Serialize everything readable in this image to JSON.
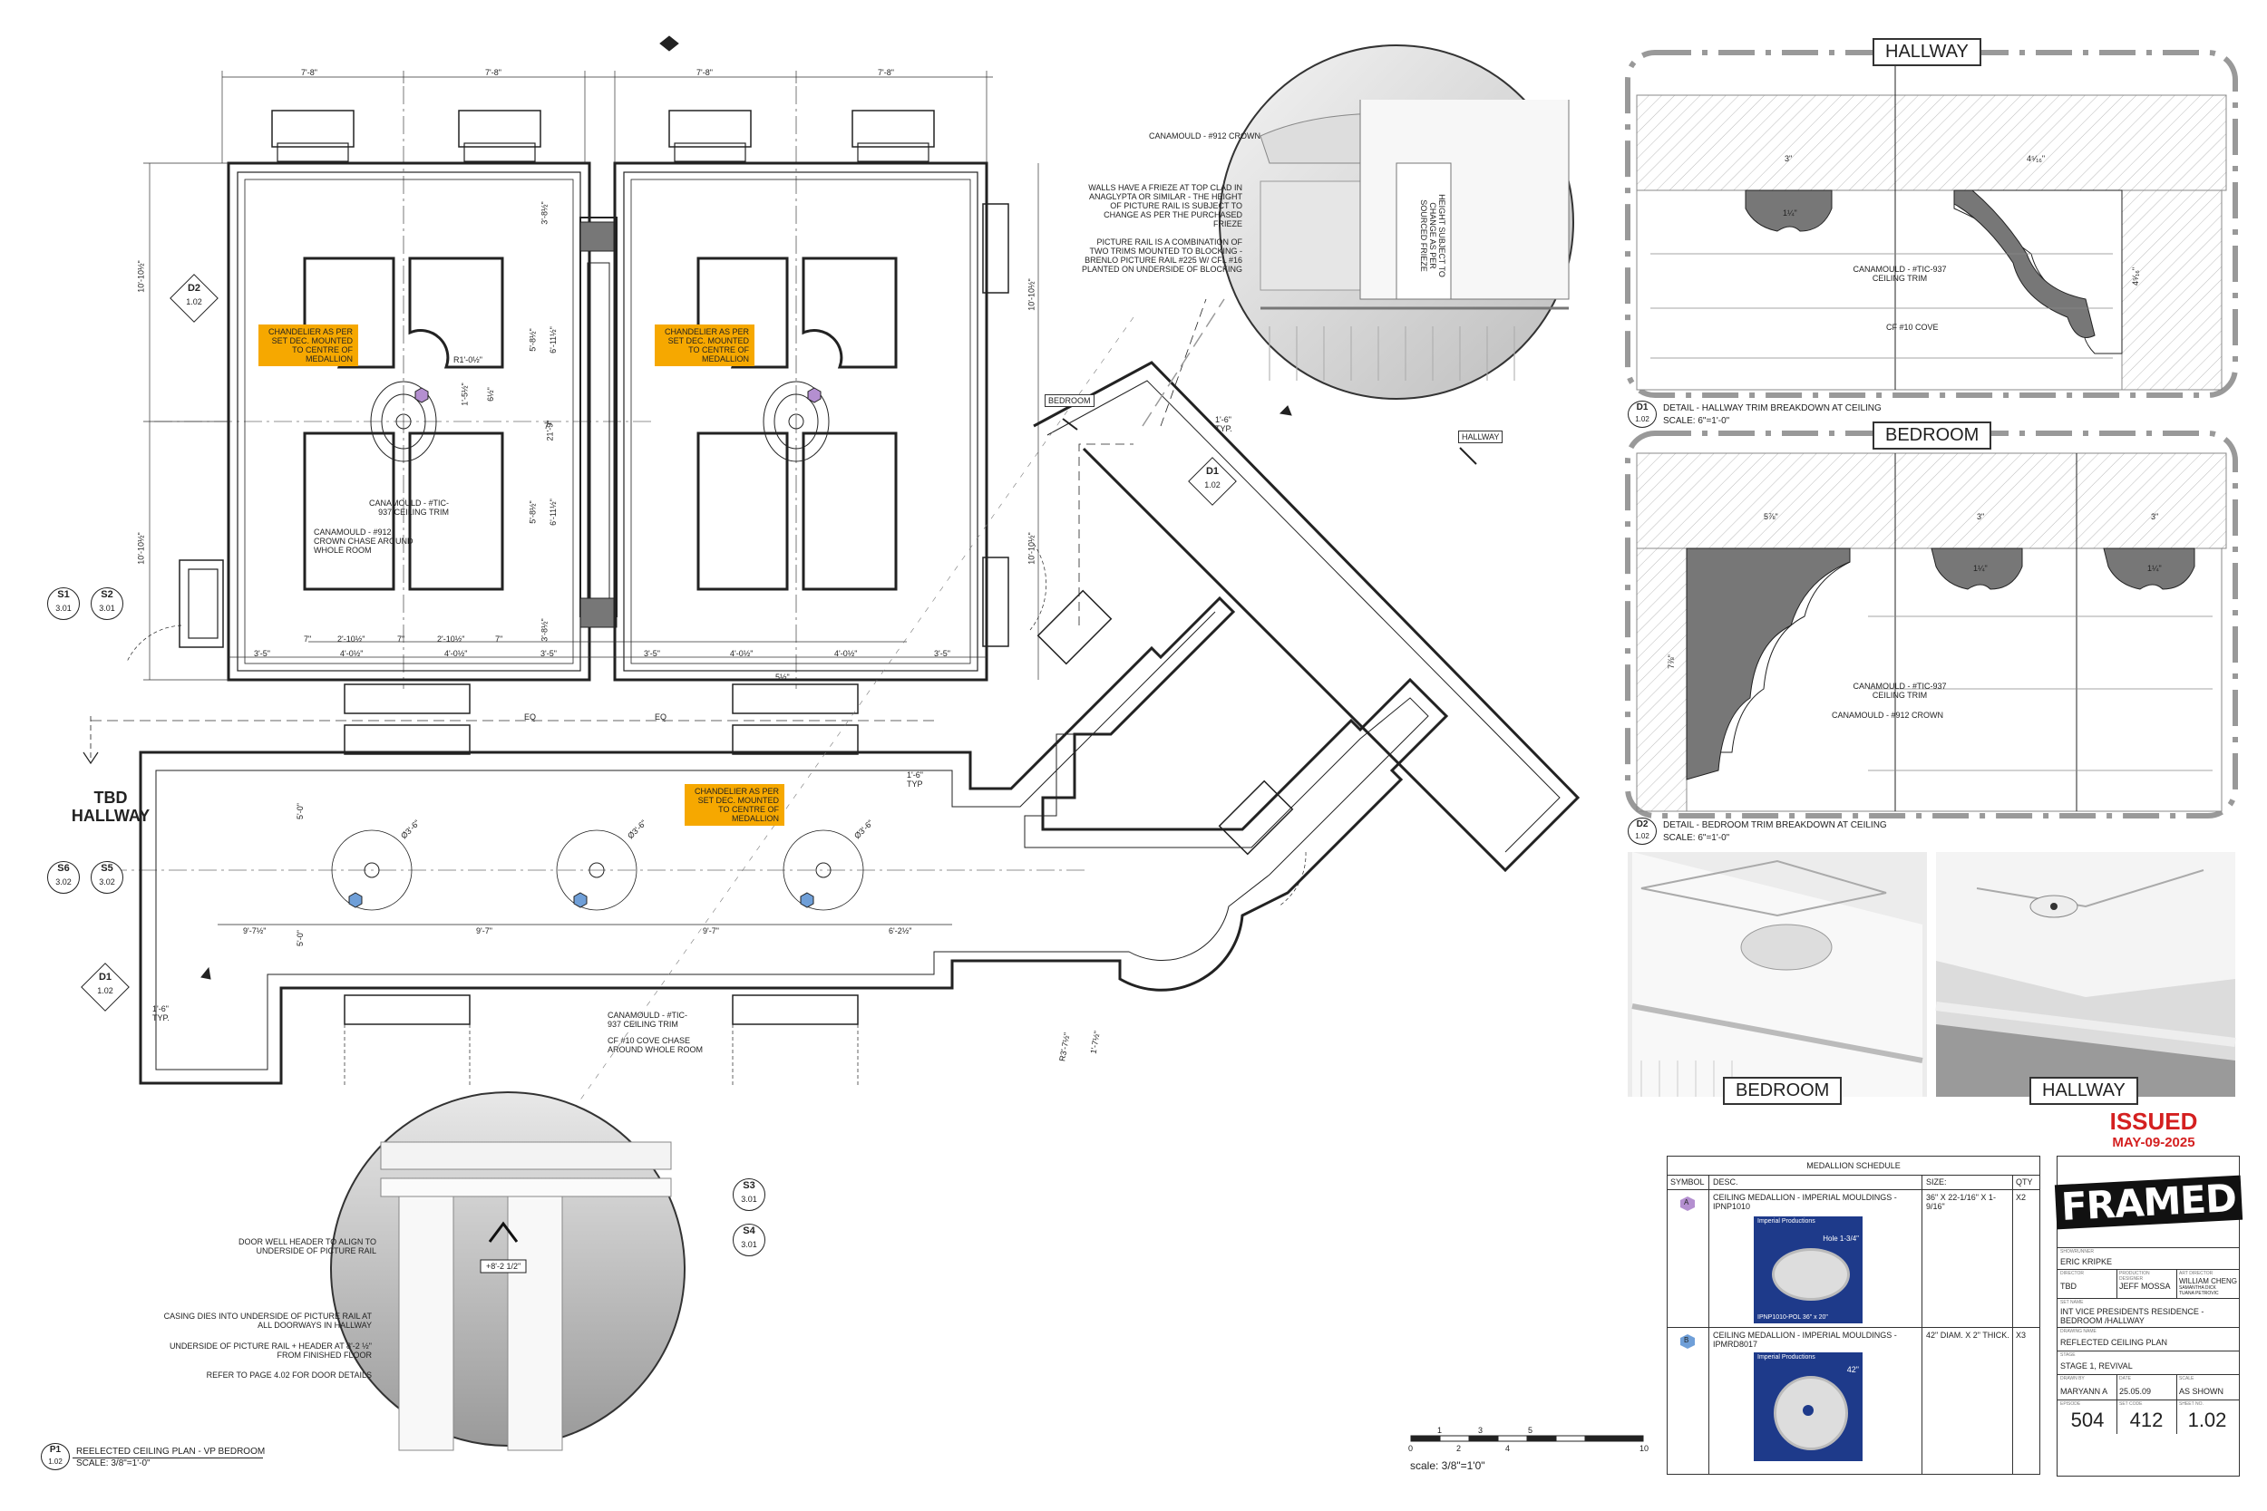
{
  "plan": {
    "title": "REELECTED CEILING PLAN - VP BEDROOM",
    "scale": "SCALE: 3/8\"=1'-0\"",
    "tag_id": "P1",
    "tag_sheet": "1.02",
    "dims_top": [
      "7'-8\"",
      "7'-8\"",
      "7'-8\"",
      "7'-8\""
    ],
    "dims_left": [
      "10'-10½\"",
      "10'-10½\""
    ],
    "dims_right": [
      "10'-10½\"",
      "10'-10½\""
    ],
    "dims_bottom_row": [
      "3'-5\"",
      "4'-0½\"",
      "4'-0½\"",
      "3'-5\"",
      "3'-5\"",
      "4'-0½\"",
      "4'-0½\"",
      "3'-5\""
    ],
    "dims_panel_row": [
      "7\"",
      "2'-10½\"",
      "7\"",
      "2'-10½\"",
      "7\""
    ],
    "dims_vertical_panels": [
      "3'-8½\"",
      "5'-8½\"",
      "6'-11½\"",
      "7\"",
      "5'-8½\"",
      "6'-11½\"",
      "3'-8½\"",
      "21'-9\""
    ],
    "eq": [
      "EQ",
      "EQ"
    ],
    "hall_dims": [
      "9'-7½\"",
      "9'-7\"",
      "9'-7\"",
      "6'-2½\""
    ],
    "hall_side_dims": [
      "5'-0\"",
      "5'-0\""
    ],
    "misc_dims": [
      "1'-6\" TYP.",
      "1'-6\" TYP.",
      "1'-6\" TYP",
      "R3'-7½\"",
      "1'-7½\"",
      "R1'-0½\"",
      "1'-5½\"",
      "6½\"",
      "5½\""
    ],
    "medallion_sizes": [
      "Ø3'-6\"",
      "Ø3'-6\"",
      "Ø3'-6\""
    ],
    "notes": {
      "chandelier1": "CHANDELIER AS PER SET DEC. MOUNTED TO CENTRE OF MEDALLION",
      "chandelier2": "CHANDELIER AS PER SET DEC. MOUNTED TO CENTRE OF MEDALLION",
      "chandelier3": "CHANDELIER AS PER SET DEC. MOUNTED TO CENTRE OF MEDALLION",
      "trim_bedroom": "CANAMOULD - #TIC-937 CEILING TRIM",
      "crown_bedroom": "CANAMOULD - #912 CROWN CHASE AROUND WHOLE ROOM",
      "trim_hall": "CANAMOULD - #TIC-937 CEILING TRIM",
      "cove_hall": "CF #10 COVE CHASE AROUND WHOLE ROOM"
    },
    "tbd_hallway": "TBD HALLWAY",
    "bedroom_label": "BEDROOM",
    "hallway_label": "HALLWAY",
    "section_tags": [
      {
        "id": "D2",
        "sheet": "1.02"
      },
      {
        "id": "S1",
        "sheet": "3.01"
      },
      {
        "id": "S2",
        "sheet": "3.01"
      },
      {
        "id": "S6",
        "sheet": "3.02"
      },
      {
        "id": "S5",
        "sheet": "3.02"
      },
      {
        "id": "D1",
        "sheet": "1.02"
      },
      {
        "id": "D1",
        "sheet": "1.02"
      },
      {
        "id": "S3",
        "sheet": "3.01"
      },
      {
        "id": "S4",
        "sheet": "3.01"
      }
    ]
  },
  "frieze_callout": {
    "crown": "CANAMOULD - #912 CROWN",
    "walls": "WALLS HAVE A FRIEZE AT TOP CLAD IN ANAGLYPTA OR SIMILAR - THE HEIGHT OF PICTURE RAIL IS SUBJECT TO CHANGE AS PER THE PURCHASED FRIEZE",
    "picture_rail": "PICTURE RAIL IS A COMBINATION OF TWO TRIMS MOUNTED TO BLOCKING - BRENLO PICTURE RAIL #225 W/ CFL #16 PLANTED ON UNDERSIDE OF BLOCKING",
    "vertical": "HEIGHT SUBJECT TO CHANGE AS PER SOURCED FRIEZE"
  },
  "door_callout": {
    "header": "DOOR WELL HEADER TO ALIGN TO UNDERSIDE OF PICTURE RAIL",
    "casing": "CASING DIES INTO UNDERSIDE OF PICTURE RAIL AT ALL DOORWAYS IN HALLWAY",
    "underside": "UNDERSIDE OF PICTURE RAIL + HEADER AT 8'-2 ½\" FROM FINISHED FLOOR",
    "refer": "REFER TO PAGE 4.02 FOR DOOR DETAILS",
    "elevation": "+8'-2 1/2\""
  },
  "detail_d1": {
    "room": "HALLWAY",
    "tag_id": "D1",
    "tag_sheet": "1.02",
    "title": "DETAIL - HALLWAY TRIM BREAKDOWN AT CEILING",
    "scale": "SCALE: 6\"=1'-0\"",
    "trim": "CANAMOULD - #TIC-937 CEILING TRIM",
    "cove": "CF #10 COVE",
    "dims": [
      "3\"",
      "4⁵⁄₁₆\"",
      "1¼\"",
      "4⁵⁄₁₆\""
    ]
  },
  "detail_d2": {
    "room": "BEDROOM",
    "tag_id": "D2",
    "tag_sheet": "1.02",
    "title": "DETAIL - BEDROOM TRIM BREAKDOWN AT CEILING",
    "scale": "SCALE: 6\"=1'-0\"",
    "trim": "CANAMOULD - #TIC-937 CEILING TRIM",
    "crown": "CANAMOULD - #912 CROWN",
    "dims": [
      "5⅞\"",
      "3\"",
      "3\"",
      "1¼\"",
      "1¼\"",
      "7⅞\""
    ]
  },
  "renders": {
    "bedroom": "BEDROOM",
    "hallway": "HALLWAY"
  },
  "schedule": {
    "title": "MEDALLION SCHEDULE",
    "headers": [
      "SYMBOL",
      "DESC.",
      "SIZE:",
      "QTY"
    ],
    "rows": [
      {
        "symbol": "A",
        "desc": "CEILING MEDALLION - IMPERIAL MOULDINGS - IPNP1010",
        "size": "36\" X 22-1/16\" X 1-9/16\"",
        "qty": "X2",
        "img_brand": "Imperial Productions",
        "img_code": "IPNP1010-POL   36\" x 20\"",
        "img_size": "Hole 1-3/4\""
      },
      {
        "symbol": "B",
        "desc": "CEILING MEDALLION - IMPERIAL MOULDINGS - IPMRD8017",
        "size": "42\" DIAM. X 2\" THICK.",
        "qty": "X3",
        "img_brand": "Imperial Productions",
        "img_code": "",
        "img_size": "42\""
      }
    ],
    "colors": {
      "a": "#b48fd0",
      "b": "#6f9fd8"
    }
  },
  "issued": {
    "label": "ISSUED",
    "date": "MAY-09-2025",
    "color": "#d42020"
  },
  "title_block": {
    "logo": "FRAMED",
    "showrunner_cap": "SHOWRUNNER",
    "showrunner": "ERIC KRIPKE",
    "director_cap": "DIRECTOR",
    "director": "TBD",
    "prod_designer_cap": "PRODUCTION DESIGNER",
    "prod_designer": "JEFF MOSSA",
    "art_director_cap": "ART DIRECTOR",
    "art_director": "WILLIAM CHENG",
    "art_director_2": "SAMANTHA DICK",
    "art_director_3": "TUANA PETROVIC",
    "set_cap": "SET NAME",
    "set": "INT VICE PRESIDENTS RESIDENCE - BEDROOM /HALLWAY",
    "drawing_cap": "DRAWING NAME",
    "drawing": "REFLECTED CEILING PLAN",
    "stage_cap": "STAGE",
    "stage": "STAGE 1, REVIVAL",
    "drawn_cap": "DRAWN BY",
    "drawn": "MARYANN A",
    "date_cap": "DATE",
    "date": "25.05.09",
    "scale_cap": "SCALE",
    "scale": "AS SHOWN",
    "episode_cap": "EPISODE",
    "episode": "504",
    "set_code_cap": "SET CODE",
    "set_code": "412",
    "sheet_cap": "SHEET NO.",
    "sheet": "1.02"
  },
  "scale_bar": {
    "ticks_top": [
      "1",
      "3",
      "5"
    ],
    "ticks_bottom": [
      "0",
      "2",
      "4",
      "10"
    ],
    "label": "scale: 3/8\"=1'0\""
  }
}
